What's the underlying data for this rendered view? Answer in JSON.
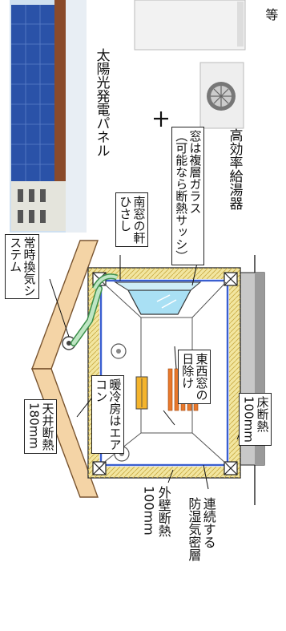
{
  "labels": {
    "top_right": "等",
    "heat_pump": "高効率給湯器",
    "solar_panel": "太陽光発電パネル",
    "plus": "+",
    "ventilation": [
      "常時換気シ",
      "ステム"
    ],
    "eaves": [
      "南窓の軒",
      "ひさし"
    ],
    "window": [
      "窓は複層ガラス",
      "（可能なら断熱サッシ）"
    ],
    "ceiling_insulation": [
      "天井断熱",
      "180mm"
    ],
    "heating_cooling": [
      "暖冷房はエア",
      "コン"
    ],
    "east_west_shade": [
      "東西窓の",
      "日除け"
    ],
    "floor_insulation": [
      "床断熱",
      "100mm"
    ],
    "wall_insulation": [
      "外壁断熱",
      "100mm"
    ],
    "vapor_barrier": [
      "連続する",
      "防湿気密層"
    ]
  },
  "colors": {
    "insulation": "#f2e6a0",
    "air_barrier": "#3a5fd0",
    "roof": "#f4d4a6",
    "duct": "#bfe6c4",
    "glass": "#a9e0f4",
    "solar": "#2a52a8",
    "ground": "#c8c8c8",
    "shade": "#e8782c"
  },
  "icons": [
    "solar-panel-photo",
    "heat-pump-unit-icon",
    "water-heater-outdoor-unit-icon",
    "air-conditioner-icon",
    "fan-icon",
    "window-icon",
    "shade-slats-icon",
    "duct-icon",
    "plus-icon"
  ]
}
